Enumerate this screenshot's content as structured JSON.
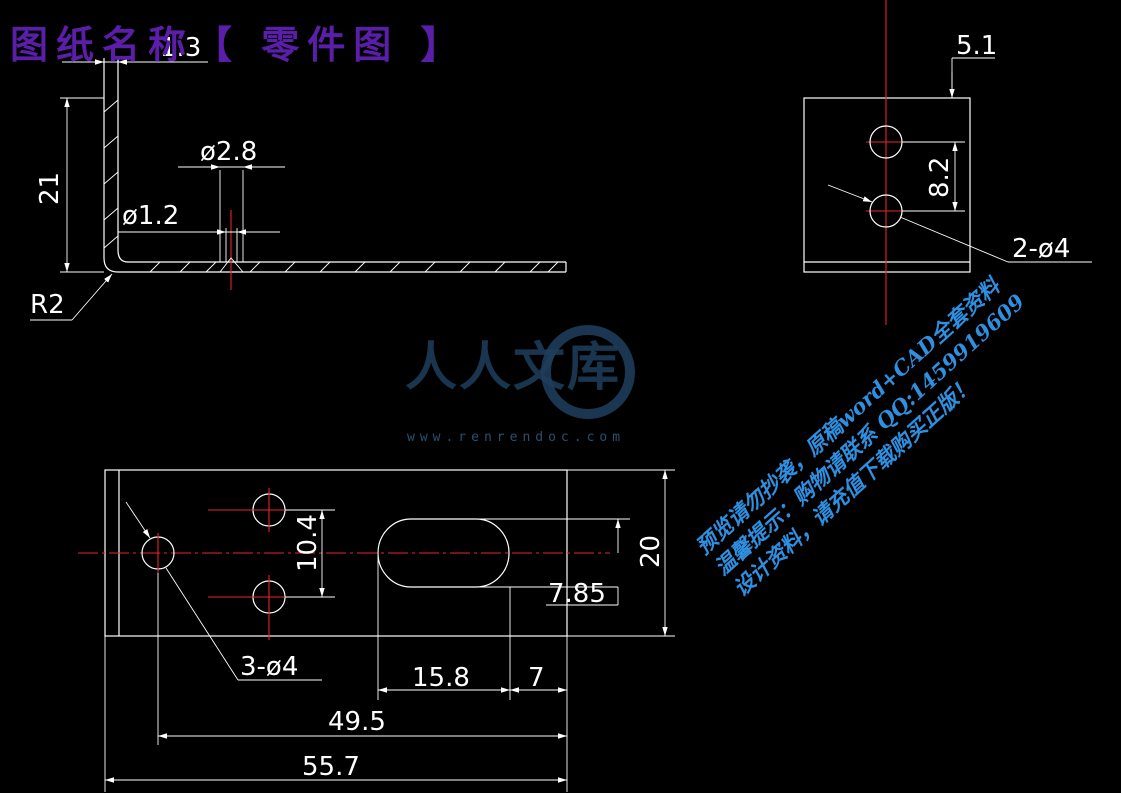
{
  "title": "图纸名称【 零件图 】",
  "watermark": {
    "logo_text": "人人文库",
    "url": "www.renrendoc.com"
  },
  "notice_lines": [
    "预览请勿抄袭，原稿word+CAD全套资料",
    "温馨提示：购物请联系 QQ:1459919609",
    "设计资料，请充值下载购买正版！"
  ],
  "dimensions": {
    "side_view": {
      "thickness": "1.3",
      "height": "21",
      "hole_dia": "ø2.8",
      "inner_dia": "ø1.2",
      "bend_radius": "R2"
    },
    "end_view": {
      "top_offset": "5.1",
      "hole_spacing": "8.2",
      "holes": "2-ø4"
    },
    "top_view": {
      "hole_spacing": "10.4",
      "height": "20",
      "slot_radius": "7.85",
      "holes": "3-ø4",
      "slot_length": "15.8",
      "slot_edge": "7",
      "hole_to_edge": "49.5",
      "overall_length": "55.7"
    }
  },
  "colors": {
    "background": "#000000",
    "line": "#ffffff",
    "centerline": "#e8232c",
    "title": "#5a1ea8",
    "notice": "#2f8fe0"
  }
}
